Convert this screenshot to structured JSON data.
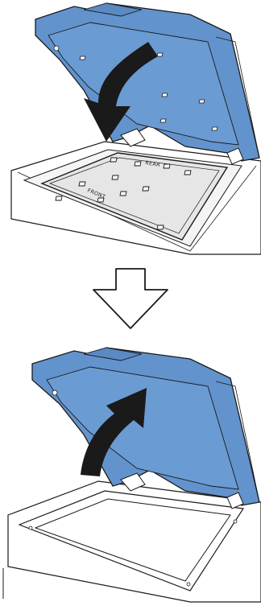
{
  "figure": {
    "step1": {
      "labels": {
        "rear": "REAR",
        "front": "FRONT"
      },
      "arrow_direction": "down"
    },
    "transition_arrow": "down",
    "step2": {
      "arrow_direction": "up"
    }
  },
  "colors": {
    "lid_blue": "#6293cd",
    "lid_blue_dark": "#3f6fa8",
    "outline": "#1a1a1a",
    "sheet_gray": "#e4e4e4",
    "background": "#ffffff"
  }
}
